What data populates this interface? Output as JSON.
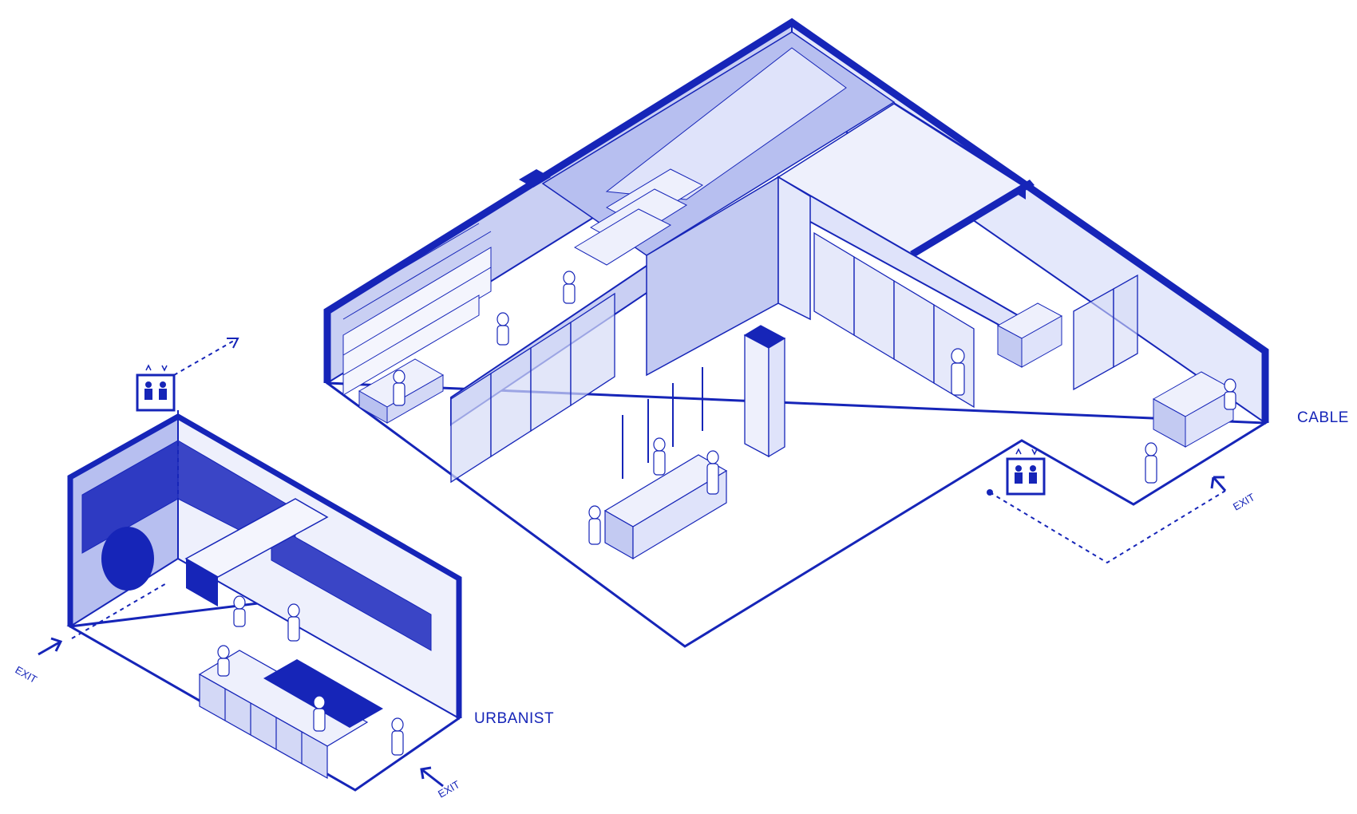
{
  "labels": {
    "cable": "CABLE",
    "urbanist": "URBANIST",
    "exit_urbanist_left": "EXIT",
    "exit_urbanist_bottom": "EXIT",
    "exit_cable": "EXIT"
  },
  "colors": {
    "line": "#1625b8",
    "fill_light": "#e9ecfb",
    "fill_mid": "#c5ccf2",
    "fill_dark": "#9aa4e6",
    "fill_deep": "#3a45c6",
    "white": "#ffffff"
  },
  "icons": {
    "elevator_urbanist": "elevator-icon",
    "elevator_cable": "elevator-icon"
  }
}
